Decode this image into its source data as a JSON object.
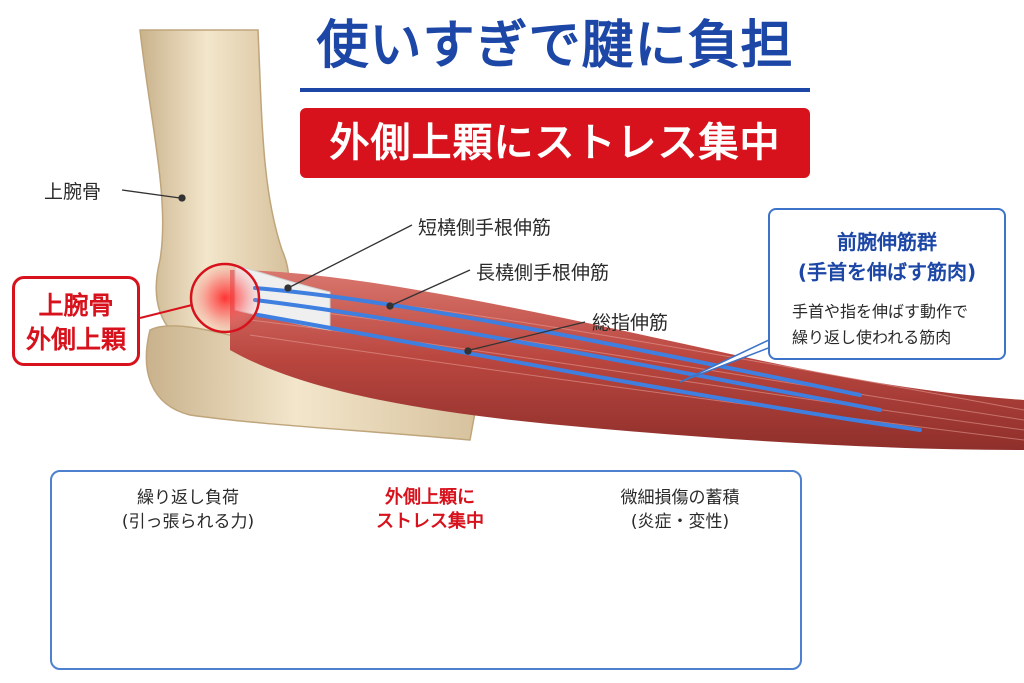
{
  "header": {
    "title": "使いすぎで腱に負担",
    "banner": "外側上顆にストレス集中"
  },
  "anatomy": {
    "humerus": "上腕骨",
    "ecrb": "短橈側手根伸筋",
    "ecrl": "長橈側手根伸筋",
    "edc": "総指伸筋"
  },
  "epicondyle_callout": {
    "line1": "上腕骨",
    "line2": "外側上顆"
  },
  "extensor_callout": {
    "title_line1": "前腕伸筋群",
    "title_line2": "(手首を伸ばす筋肉)",
    "desc_line1": "手首や指を伸ばす動作で",
    "desc_line2": "繰り返し使われる筋肉"
  },
  "steps": [
    {
      "line1": "繰り返し負荷",
      "line2": "(引っ張られる力)"
    },
    {
      "line1": "外側上顆に",
      "line2": "ストレス集中"
    },
    {
      "line1": "微細損傷の蓄積",
      "line2": "(炎症・変性)"
    }
  ],
  "colors": {
    "title_blue": "#1d47a6",
    "banner_red": "#d7121c",
    "tendon_blue": "#3f7fe0",
    "muscle_red": "#c4504a",
    "bone": "#efe1c6"
  },
  "icons": {
    "step_arrow": "right-arrow-icon",
    "stress_point": "inflammation-glow-icon"
  }
}
